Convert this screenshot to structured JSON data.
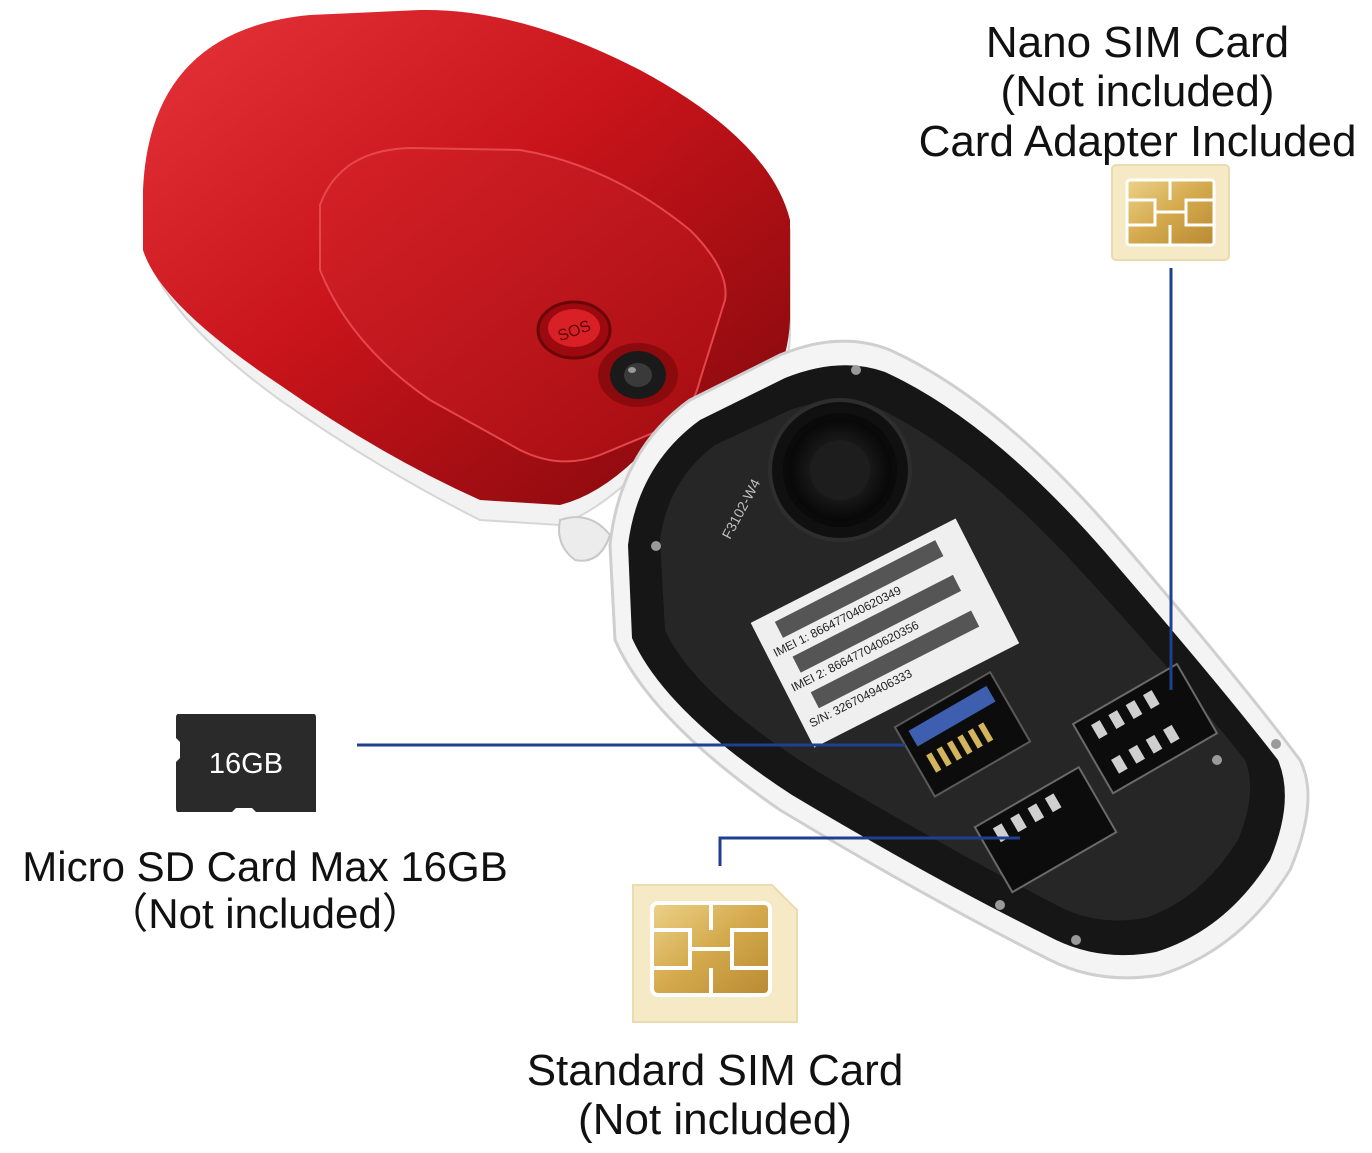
{
  "captions": {
    "nano": [
      "Nano SIM Card",
      "(Not included)",
      "Card Adapter Included"
    ],
    "sd": [
      "Micro SD Card Max 16GB",
      "（Not included）"
    ],
    "standard": [
      "Standard SIM Card",
      "(Not included)"
    ]
  },
  "sd_card": {
    "label": "16GB"
  },
  "phone": {
    "sos_label": "SOS",
    "label_lines": [
      "IMEI 1: 866477040620349",
      "IMEI 2: 866477040620356",
      "S/N:  3267049406333"
    ],
    "battery_mark": "F3102-W4"
  },
  "colors": {
    "phone_red": "#c8141a",
    "phone_dark_red": "#8a0a0e",
    "housing_black": "#1a1a1a",
    "sim_gold": "#d8b35a",
    "sim_border": "#f3e3b4",
    "leader_line": "#1f3f8f"
  }
}
